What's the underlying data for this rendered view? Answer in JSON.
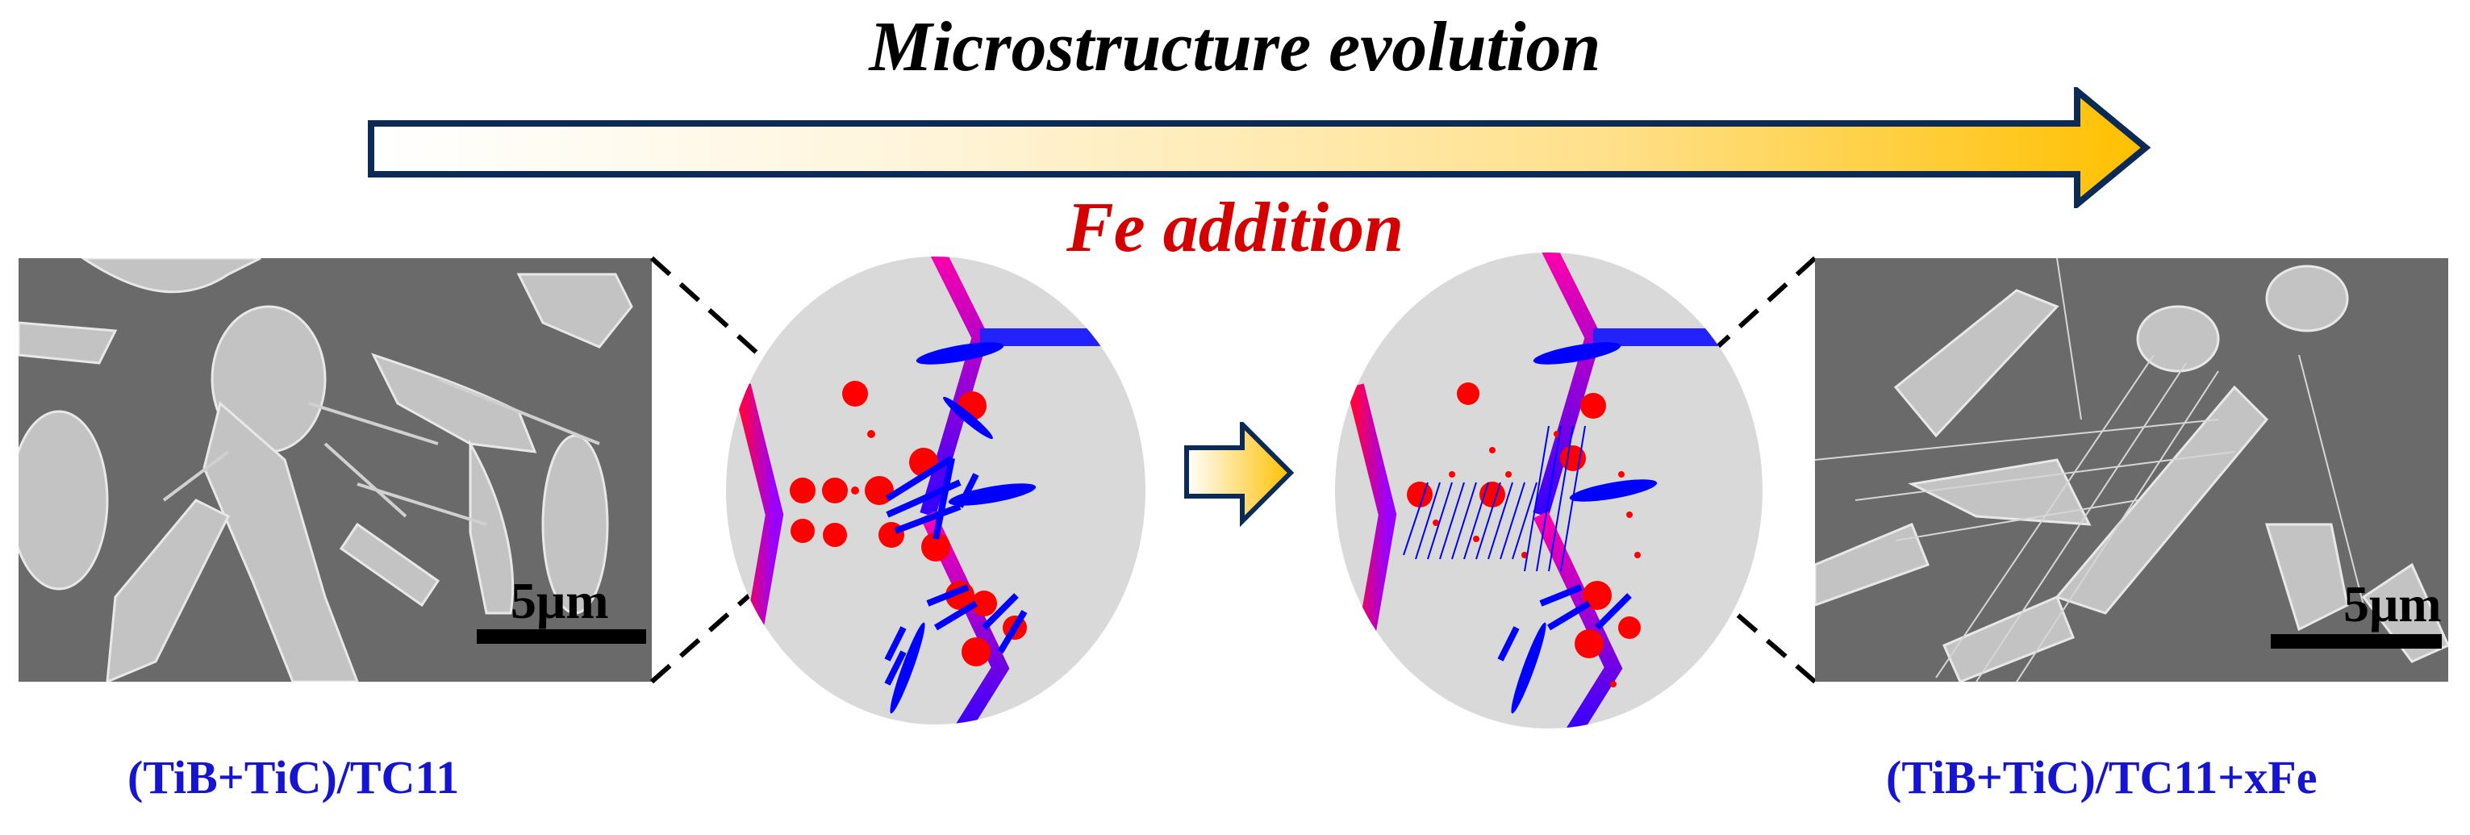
{
  "header": {
    "title": "Microstructure evolution",
    "process_label": "Fe addition"
  },
  "panels": {
    "left": {
      "caption": "(TiB+TiC)/TC11",
      "scale_bar": "5μm"
    },
    "right": {
      "caption": "(TiB+TiC)/TC11+xFe",
      "scale_bar": "5μm"
    }
  },
  "colors": {
    "title": "#000000",
    "process_label": "#d40000",
    "caption": "#1414d2",
    "arrow_outline": "#0b2a55",
    "arrow_gradient_start": "#ffffff",
    "arrow_gradient_end": "#ffc000",
    "schematic_bg": "#d9d9d9",
    "particle_red": "#ff0000",
    "whisker_blue": "#0000ff"
  }
}
